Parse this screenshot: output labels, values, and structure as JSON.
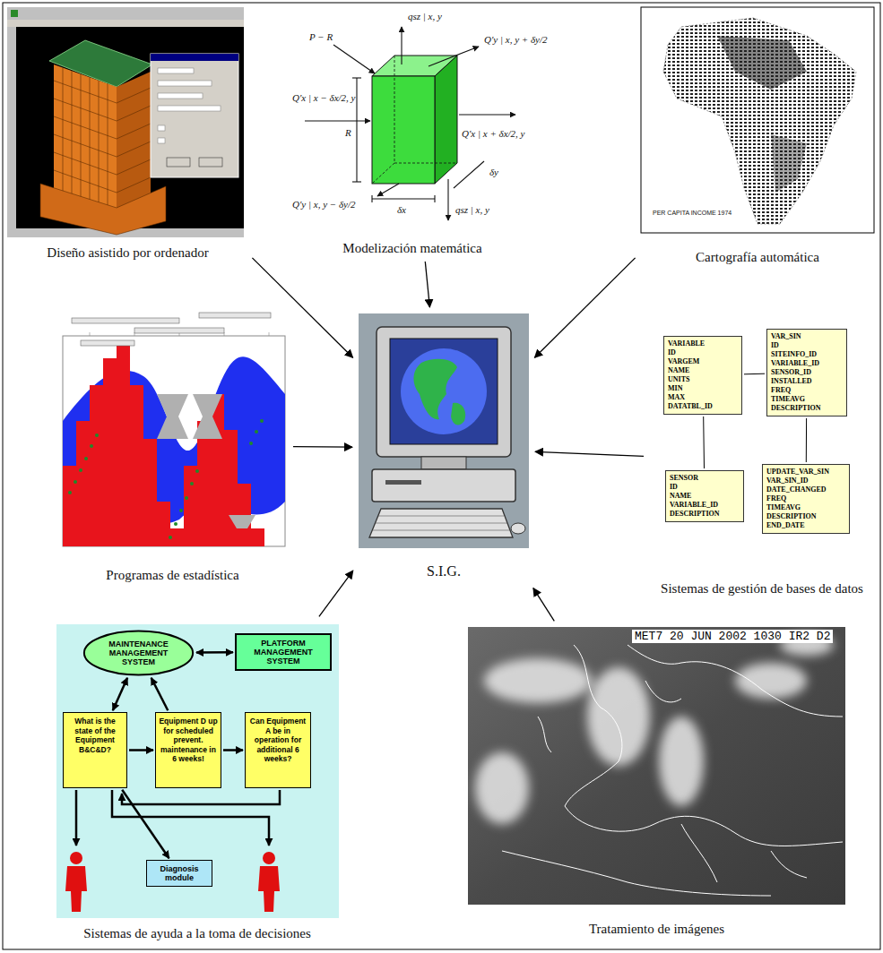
{
  "diagram": {
    "nodes": [
      {
        "text": [
          "Diseño asistido por ordenador"
        ]
      },
      {
        "text": [
          "Modelización matemática"
        ]
      },
      {
        "text": [
          "Cartografía automática"
        ]
      },
      {
        "text": [
          "Programas de estadística"
        ]
      },
      {
        "text": [
          "S.I.G."
        ]
      },
      {
        "text": [
          "Sistemas de gestión de bases de datos"
        ]
      },
      {
        "text": [
          "VARIABLE",
          "ID",
          "VARGEM",
          "NAME",
          "UNITS",
          "MIN",
          "MAX",
          "DATATBL_ID"
        ],
        "in": 5
      },
      {
        "text": [
          "VAR_SIN",
          "ID",
          "SITEINFO_ID",
          "VARIABLE_ID",
          "SENSOR_ID",
          "INSTALLED",
          "FREQ",
          "TIMEAVG",
          "DESCRIPTION"
        ],
        "in": 5
      },
      {
        "text": [
          "SENSOR",
          "ID",
          "NAME",
          "VARIABLE_ID",
          "DESCRIPTION"
        ],
        "in": 5
      },
      {
        "text": [
          "UPDATE_VAR_SIN",
          "VAR_SIN_ID",
          "DATE_CHANGED",
          "FREQ",
          "TIMEAVG",
          "DESCRIPTION",
          "END_DATE"
        ],
        "in": 5
      },
      {
        "text": [
          "Sistemas de ayuda a la toma de decisiones"
        ]
      },
      {
        "text": [
          "MAINTENANCE MANAGEMENT SYSTEM"
        ],
        "in": 10
      },
      {
        "text": [
          "PLATFORM MANAGEMENT SYSTEM"
        ],
        "in": 10
      },
      {
        "text": [
          "What is the state of the Equipment B&C&D?"
        ],
        "in": 10
      },
      {
        "text": [
          "Equipment D up for scheduled prevent. maintenance in 6 weeks!"
        ],
        "in": 10
      },
      {
        "text": [
          "Can Equipment A be in operation for additional 6 weeks?"
        ],
        "in": 10
      },
      {
        "text": [
          "Diagnosis module"
        ],
        "in": 10
      },
      {
        "text": [
          "Tratamiento de imágenes"
        ]
      }
    ],
    "edges": [
      {
        "from": 0,
        "to": 4,
        "arrow": "to"
      },
      {
        "from": 1,
        "to": 4,
        "arrow": "to"
      },
      {
        "from": 2,
        "to": 4,
        "arrow": "to"
      },
      {
        "from": 3,
        "to": 4,
        "arrow": "to"
      },
      {
        "from": 5,
        "to": 4,
        "arrow": "to"
      },
      {
        "from": 10,
        "to": 4,
        "arrow": "to"
      },
      {
        "from": 17,
        "to": 4,
        "arrow": "to"
      },
      {
        "from": 6,
        "to": 7,
        "arrow": "none"
      },
      {
        "from": 6,
        "to": 8,
        "arrow": "none"
      },
      {
        "from": 7,
        "to": 9,
        "arrow": "none"
      },
      {
        "from": 11,
        "to": 12,
        "arrow": "both"
      },
      {
        "from": 11,
        "to": 13,
        "arrow": "both"
      },
      {
        "from": 14,
        "to": 11,
        "arrow": "to"
      },
      {
        "from": 13,
        "to": 14,
        "arrow": "to"
      },
      {
        "from": 14,
        "to": 15,
        "arrow": "to"
      },
      {
        "from": 13,
        "to": 16,
        "arrow": "to"
      }
    ],
    "labels": [
      "P − R",
      "qsz | x, y",
      "Q′y | x, y + δy/2",
      "Q′x | x − δx/2, y",
      "R",
      "Q′x | x + δx/2, y",
      "δy",
      "Q′y | x, y − δy/2",
      "δx",
      "qsz | x, y",
      "PER CAPITA INCOME 1974",
      "MET7 20 JUN 2002 1030 IR2 D2"
    ]
  }
}
